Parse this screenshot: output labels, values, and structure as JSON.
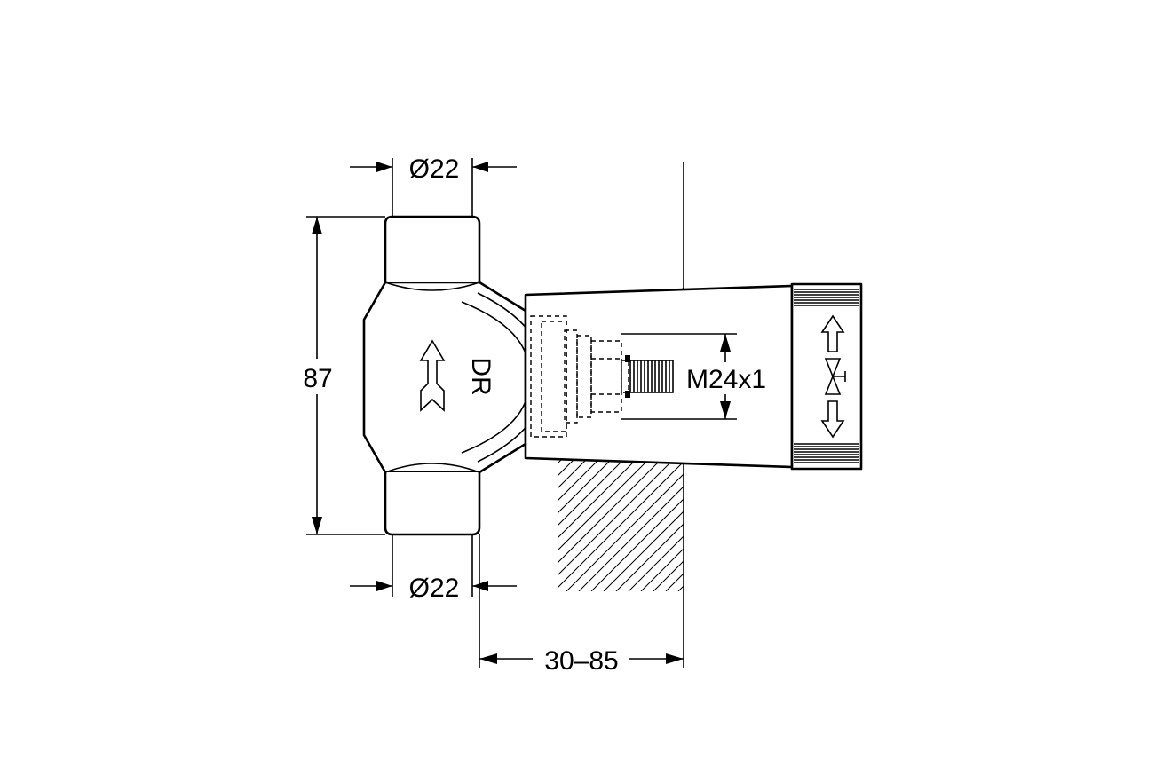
{
  "dimensions": {
    "top_diameter": "Ø22",
    "bottom_diameter": "Ø22",
    "height": "87",
    "thread": "M24x1",
    "depth_range": "30–85"
  },
  "body": {
    "marking": "DR"
  }
}
